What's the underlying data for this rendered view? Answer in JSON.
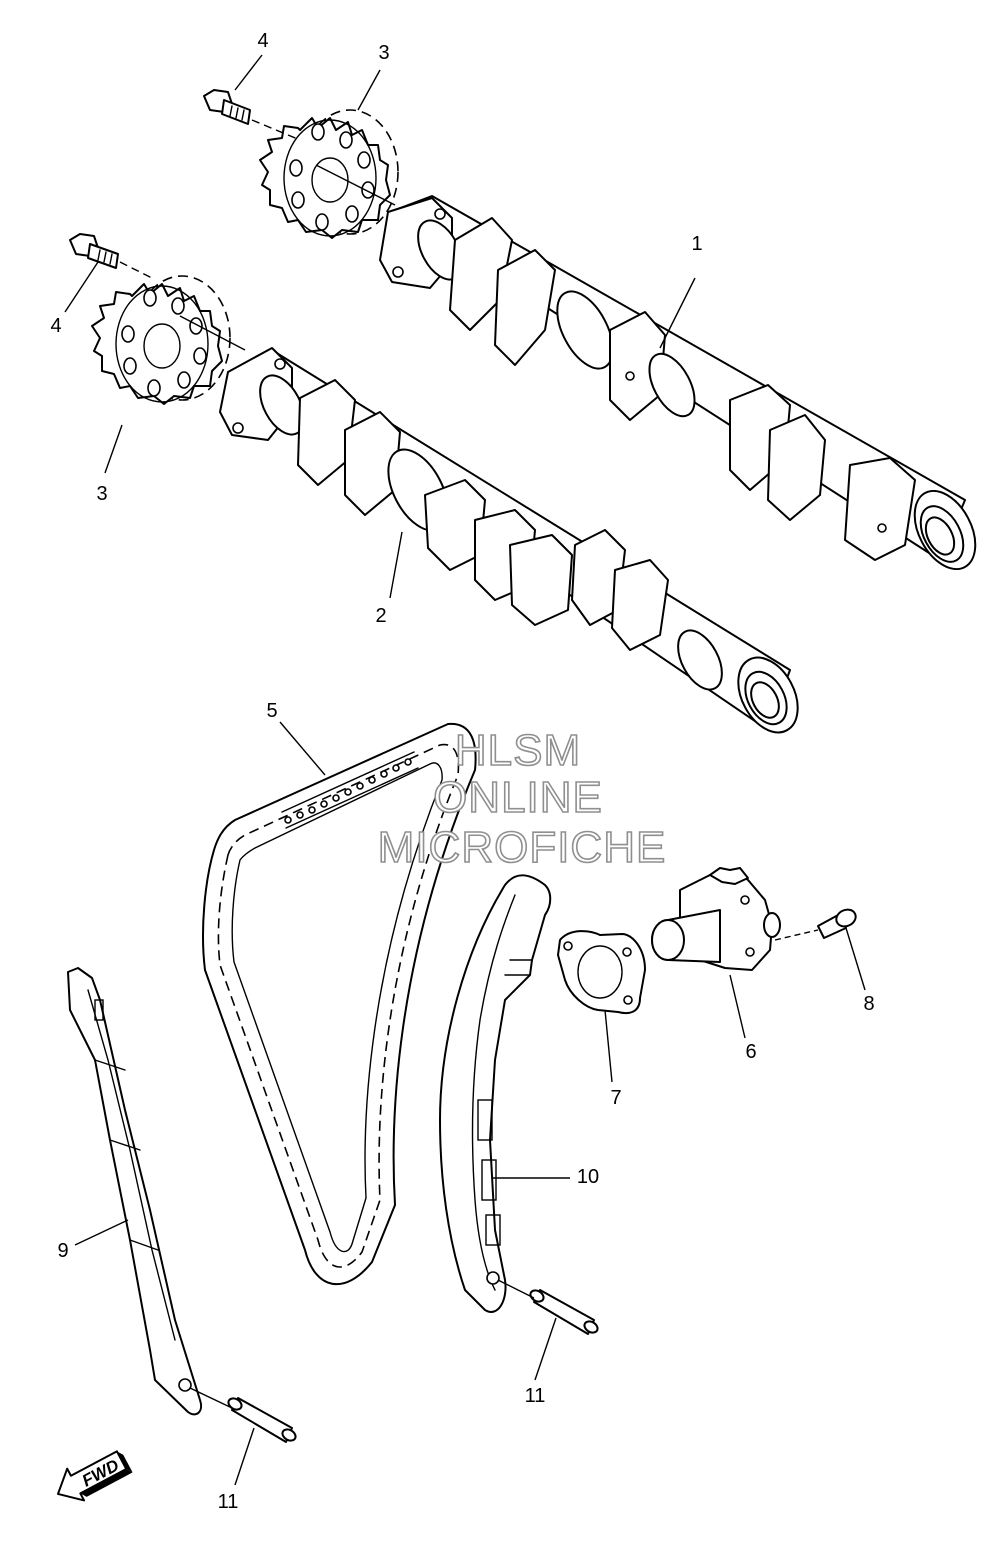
{
  "watermark": {
    "line1": "HLSM",
    "line2": "ONLINE",
    "line3": "MICROFICHE",
    "color": "#8f8f8f"
  },
  "direction_badge": {
    "text": "FWD"
  },
  "callouts": {
    "c1": "1",
    "c2": "2",
    "c3a": "3",
    "c3b": "3",
    "c4a": "4",
    "c4b": "4",
    "c5": "5",
    "c6": "6",
    "c7": "7",
    "c8": "8",
    "c9": "9",
    "c10": "10",
    "c11a": "11",
    "c11b": "11"
  }
}
